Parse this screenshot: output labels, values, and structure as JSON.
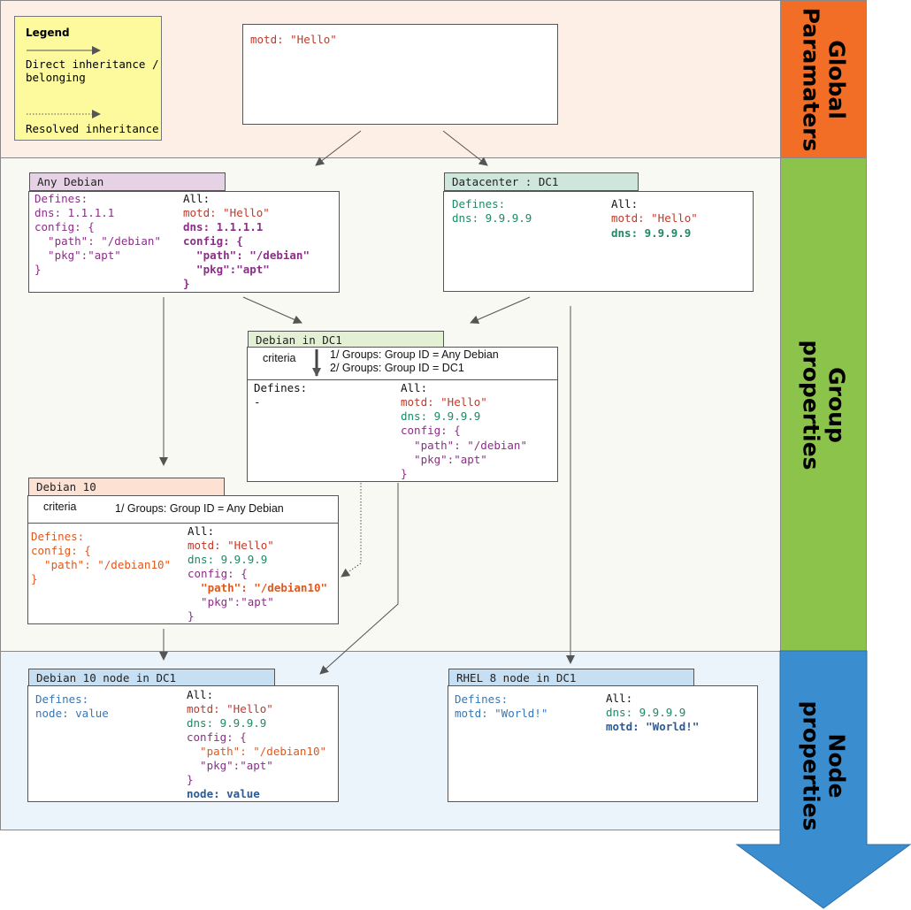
{
  "colors": {
    "global_band": "#fdeee6",
    "group_band": "#f7f9f2",
    "node_band": "#ebf3fb",
    "global_side": "#f26e27",
    "group_side": "#8cc34a",
    "node_side": "#3a8ed0",
    "legend_bg": "#fcfa9d",
    "tab_any_debian": "#e6d2e5",
    "tab_datacenter": "#cfe6dd",
    "tab_debian_dc1": "#e3f0d4",
    "tab_debian10": "#fde2d4",
    "tab_node": "#c6dff3",
    "val_motd": "#c0392b",
    "val_purple": "#8a2f86",
    "val_green": "#1e8a63",
    "val_orange": "#e0581c",
    "val_blue": "#2c5a92",
    "text_dark": "#111111"
  },
  "sections": {
    "global": "Global\nParamaters",
    "group": "Group\nproperties",
    "node": "Node\nproperties"
  },
  "legend": {
    "title": "Legend",
    "direct_line1": "Direct inheritance /",
    "direct_line2": "belonging",
    "resolved": "Resolved inheritance"
  },
  "global_params": {
    "motd": "motd: \"Hello\""
  },
  "any_debian": {
    "title": "Any Debian",
    "defines": [
      "Defines:",
      "dns: 1.1.1.1",
      "config: {",
      "  \"path\": \"/debian\"",
      "  \"pkg\":\"apt\"",
      "}"
    ],
    "all": [
      "All:",
      "motd: \"Hello\"",
      "dns: 1.1.1.1",
      "config: {",
      "  \"path\": \"/debian\"",
      "  \"pkg\":\"apt\"",
      "}"
    ]
  },
  "datacenter": {
    "title": "Datacenter : DC1",
    "defines": [
      "Defines:",
      "dns: 9.9.9.9"
    ],
    "all": [
      "All:",
      "motd: \"Hello\"",
      "dns: 9.9.9.9"
    ]
  },
  "debian_dc1": {
    "title": "Debian in DC1",
    "criteria_label": "criteria",
    "criteria": [
      "1/ Groups: Group ID = Any Debian",
      "2/ Groups: Group ID = DC1"
    ],
    "defines": [
      "Defines:",
      "-"
    ],
    "all": [
      "All:",
      "motd: \"Hello\"",
      "dns: 9.9.9.9",
      "config: {",
      "  \"path\": \"/debian\"",
      "  \"pkg\":\"apt\"",
      "}"
    ]
  },
  "debian10": {
    "title": "Debian 10",
    "criteria_label": "criteria",
    "criteria": [
      "1/ Groups: Group ID = Any Debian"
    ],
    "defines": [
      "Defines:",
      "config: {",
      "  \"path\": \"/debian10\"",
      "}"
    ],
    "all": [
      "All:",
      "motd: \"Hello\"",
      "dns: 9.9.9.9",
      "config: {",
      "  \"path\": \"/debian10\"",
      "  \"pkg\":\"apt\"",
      "}"
    ]
  },
  "debian10_node": {
    "title": "Debian 10 node in DC1",
    "defines": [
      "Defines:",
      "node: value"
    ],
    "all": [
      "All:",
      "motd: \"Hello\"",
      "dns: 9.9.9.9",
      "config: {",
      "  \"path\": \"/debian10\"",
      "  \"pkg\":\"apt\"",
      "}",
      "node: value"
    ]
  },
  "rhel8_node": {
    "title": "RHEL 8 node in DC1",
    "defines": [
      "Defines:",
      "motd: \"World!\""
    ],
    "all": [
      "All:",
      "dns: 9.9.9.9",
      "motd: \"World!\""
    ]
  }
}
